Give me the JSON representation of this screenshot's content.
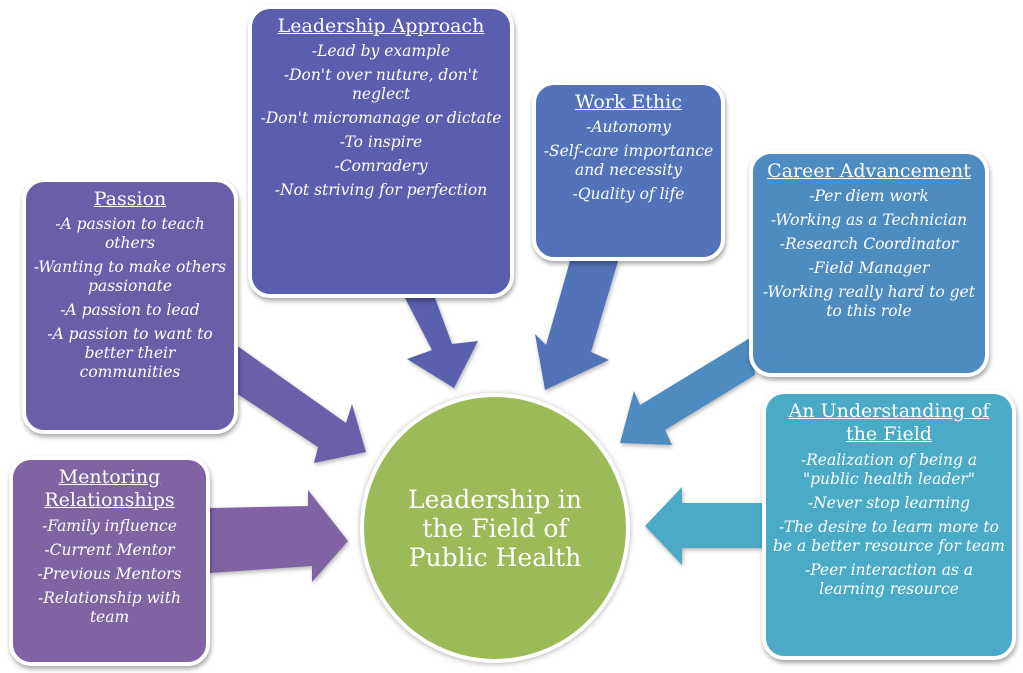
{
  "center": {
    "label": "Leadership in the Field of Public Health",
    "color": "#9bbb59"
  },
  "boxes": {
    "leadership_approach": {
      "title": "Leadership Approach",
      "color": "#5a5eae",
      "items": [
        "-Lead by example",
        "-Don't over nuture, don't neglect",
        "-Don't micromanage or dictate",
        "-To inspire",
        "-Comradery",
        "-Not striving for perfection"
      ]
    },
    "passion": {
      "title": "Passion",
      "color": "#6b5ea8",
      "items": [
        "-A passion to teach others",
        "-Wanting to make others passionate",
        "-A passion to lead",
        "-A passion to want to better their communities"
      ]
    },
    "mentoring": {
      "title": "Mentoring Relationships",
      "color": "#7f63a3",
      "items": [
        "-Family influence",
        "-Current Mentor",
        "-Previous Mentors",
        "-Relationship with team"
      ]
    },
    "work_ethic": {
      "title": "Work Ethic",
      "color": "#5273b9",
      "items": [
        "-Autonomy",
        "-Self-care importance and necessity",
        "-Quality of life"
      ]
    },
    "career": {
      "title": "Career Advancement",
      "color": "#4d8bc0",
      "items": [
        "-Per diem work",
        "-Working as a Technician",
        "-Research Coordinator",
        "-Field Manager",
        "-Working really hard to get to this role"
      ]
    },
    "understanding": {
      "title": "An Understanding of the Field",
      "color": "#4babc6",
      "items": [
        "-Realization of being a \"public health leader\"",
        "-Never stop learning",
        "-The desire to learn more to be a better resource for team",
        "-Peer interaction as a learning resource"
      ]
    }
  },
  "arrows": [
    {
      "from": "passion",
      "to": "center"
    },
    {
      "from": "leadership_approach",
      "to": "center"
    },
    {
      "from": "work_ethic",
      "to": "center"
    },
    {
      "from": "career",
      "to": "center"
    },
    {
      "from": "understanding",
      "to": "center"
    },
    {
      "from": "mentoring",
      "to": "center"
    }
  ]
}
